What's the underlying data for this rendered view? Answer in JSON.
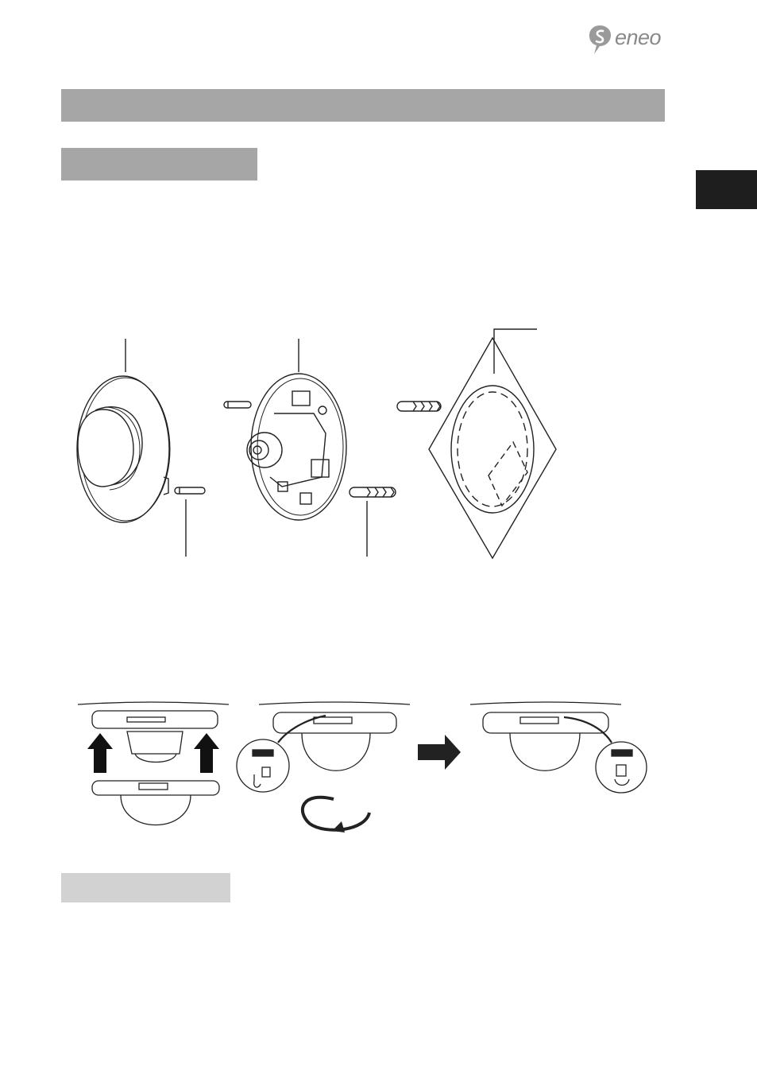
{
  "header": {
    "brand": {
      "name": "eneo",
      "icon": "eneo-logo-icon"
    }
  },
  "figures": {
    "parts_diagram": {
      "parts": [
        "dome-cover",
        "screw",
        "camera-base",
        "wall-plug-a",
        "wall-plug-b",
        "mounting-template"
      ]
    },
    "assembly_diagram": {
      "steps": [
        "lift-cover-onto-base",
        "rotate-to-lock",
        "locked-position"
      ]
    }
  },
  "colors": {
    "title_bar": "#a6a6a6",
    "section_bar": "#a6a6a6",
    "subsection_bar": "#d2d2d2",
    "side_tab": "#1e1e1e",
    "logo": "#8a8a8a"
  }
}
